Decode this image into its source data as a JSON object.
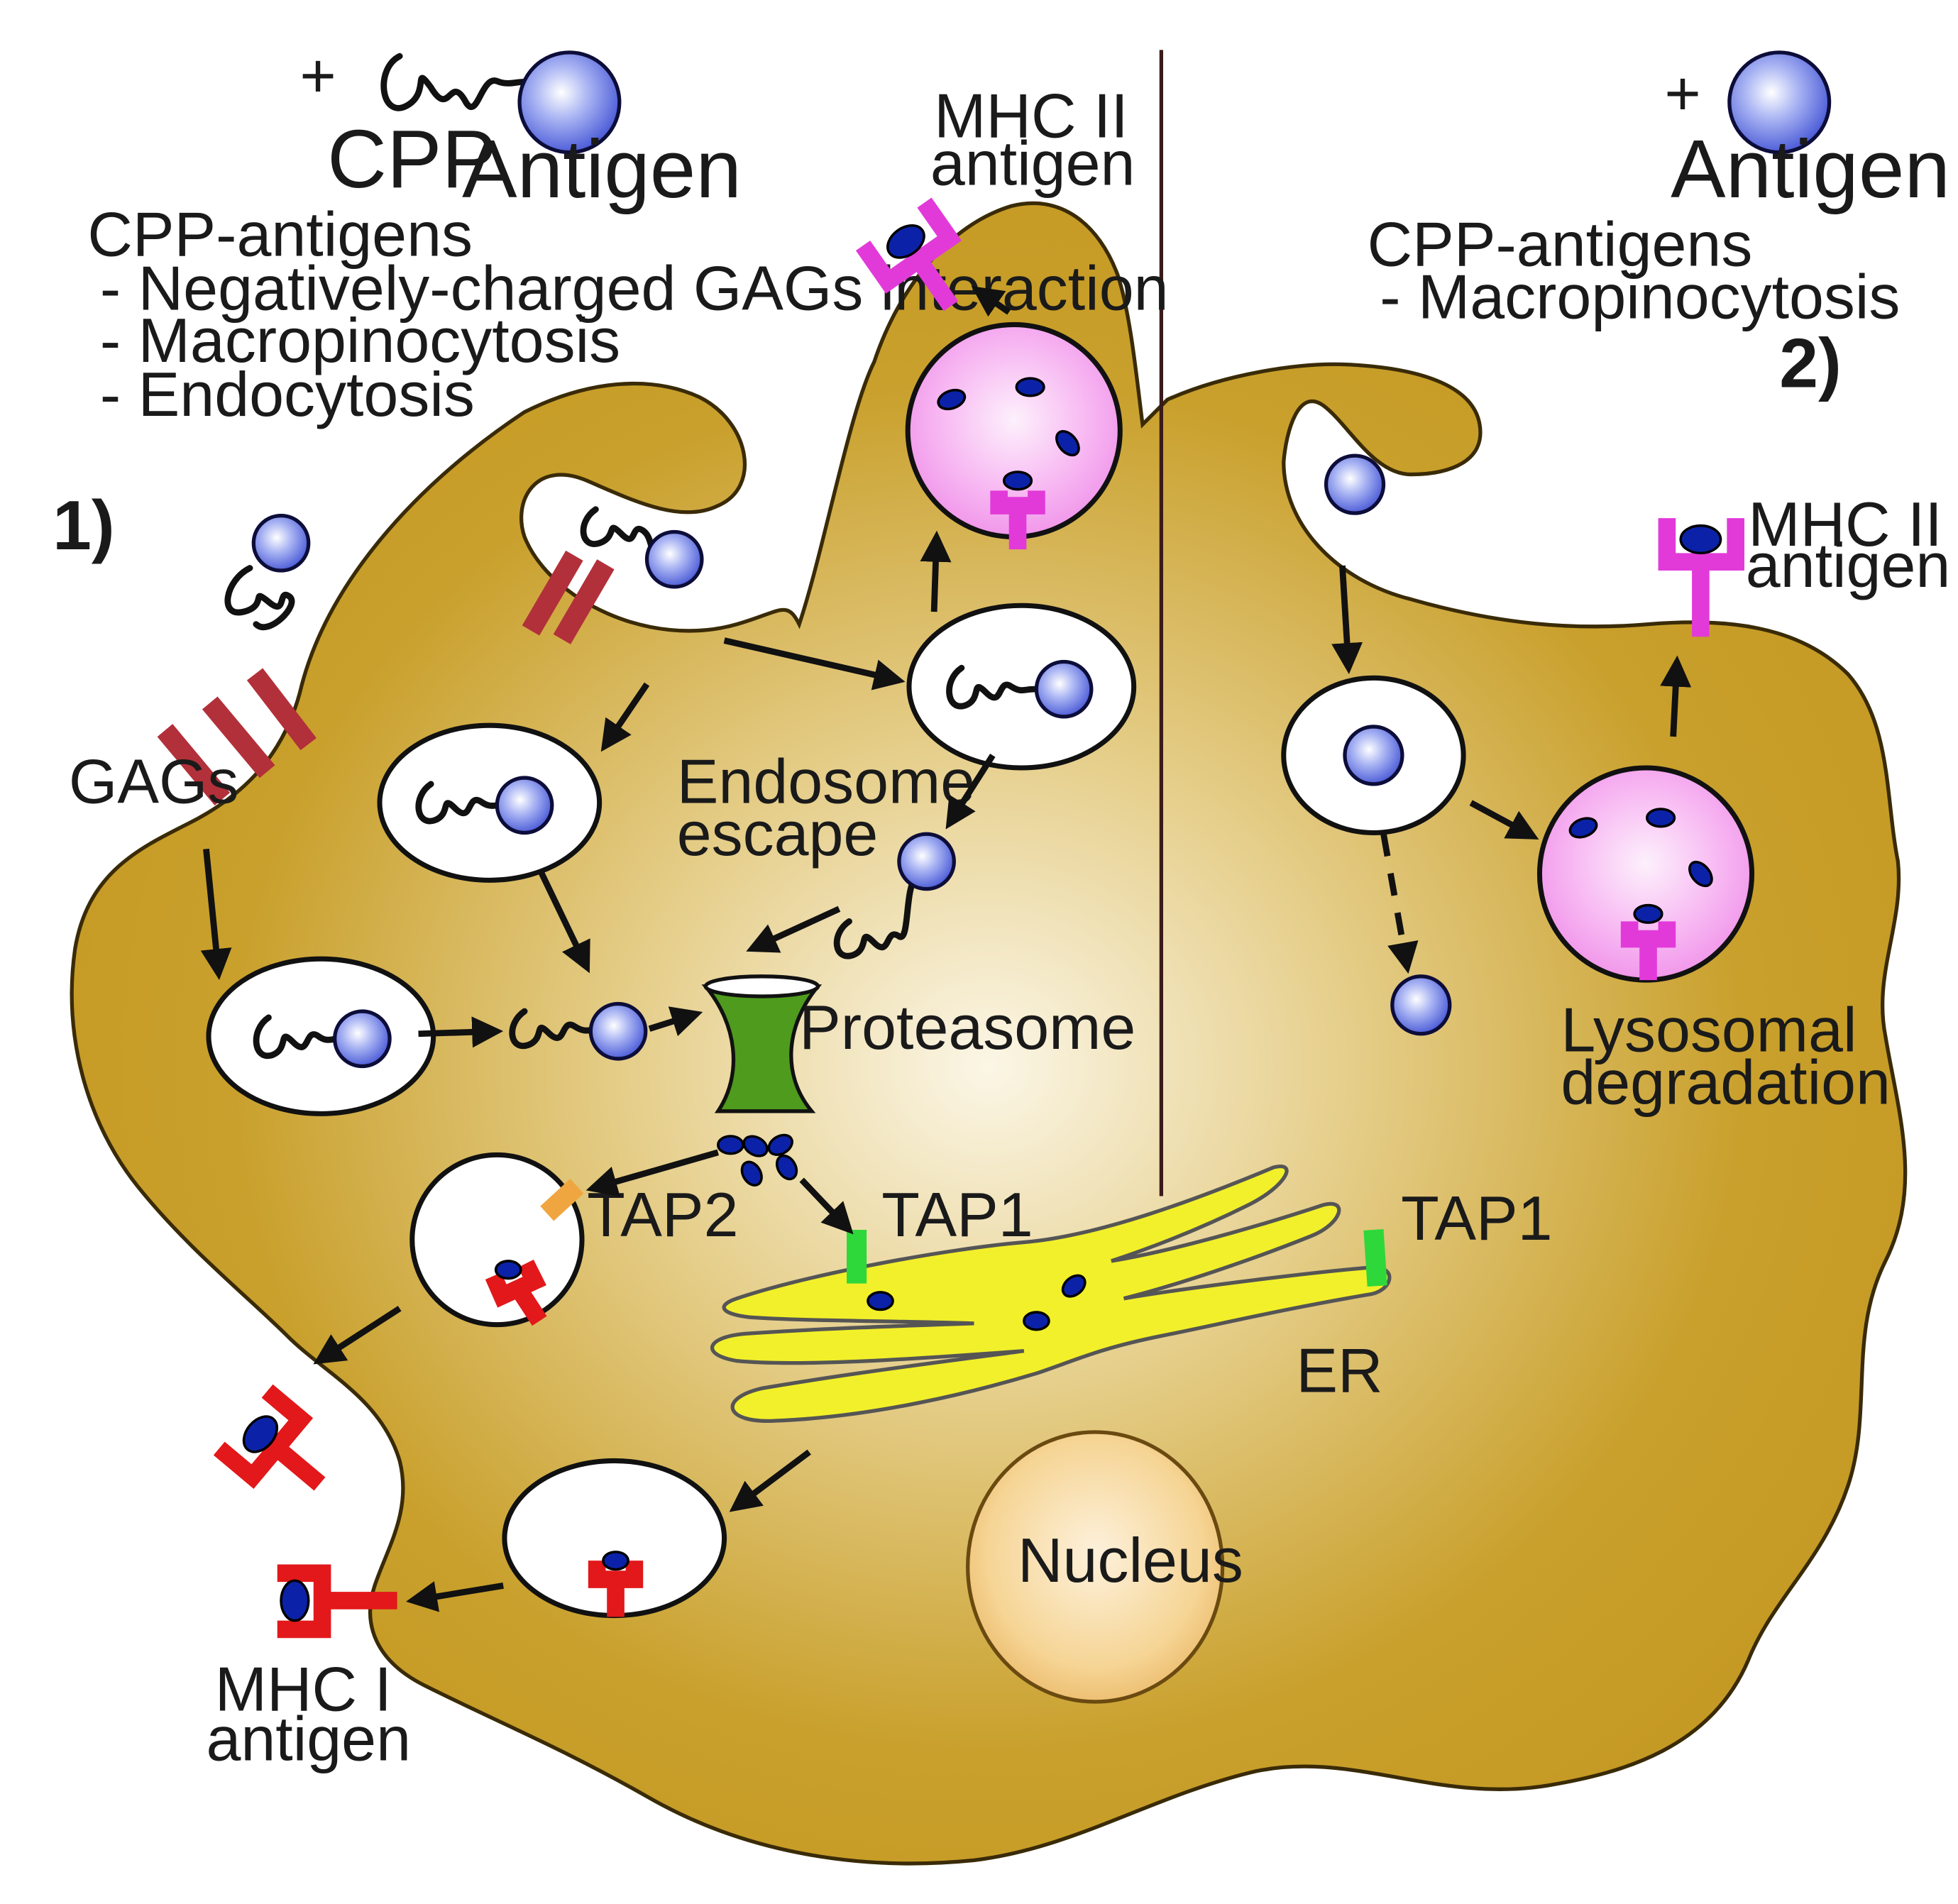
{
  "legend": {
    "plus_left": "+",
    "cpp_label": "CPP",
    "antigen_label_left": "Antigen",
    "plus_right": "+",
    "antigen_label_right": "Antigen"
  },
  "pathway1": {
    "number": "1)",
    "header": "CPP-antigens",
    "bullets": [
      "- Negatively-charged GAGs interaction",
      "- Macropinocytosis",
      "- Endocytosis"
    ],
    "gags_label": "GAGs",
    "endosome_escape": [
      "Endosome",
      "escape"
    ],
    "proteasome_label": "Proteasome",
    "tap2_label": "TAP2",
    "tap1_label": "TAP1",
    "mhc2_label": [
      "MHC II",
      "antigen"
    ],
    "mhc1_label": [
      "MHC I",
      "antigen"
    ]
  },
  "pathway2": {
    "number": "2)",
    "header": "CPP-antigens",
    "bullets": [
      "- Macropinocytosis"
    ],
    "mhc2_label": [
      "MHC II",
      "antigen"
    ],
    "lysosomal_label": [
      "Lysosomal",
      "degradation"
    ],
    "tap1_label": "TAP1"
  },
  "organelles": {
    "er_label": "ER",
    "nucleus_label": "Nucleus"
  },
  "colors": {
    "cell": "#c9a02c",
    "cell_highlight": "#f7f0da",
    "antigen": "#6f7fe8",
    "lysosome": "#f59bf0",
    "er": "#f2f02a",
    "proteasome": "#4e9b1d",
    "mhc_i": "#e2181a",
    "mhc_ii": "#e23ad9",
    "gag": "#b2303a",
    "tap1": "#2ed83a",
    "tap2": "#f0a640",
    "nucleus": "#f3c877"
  }
}
